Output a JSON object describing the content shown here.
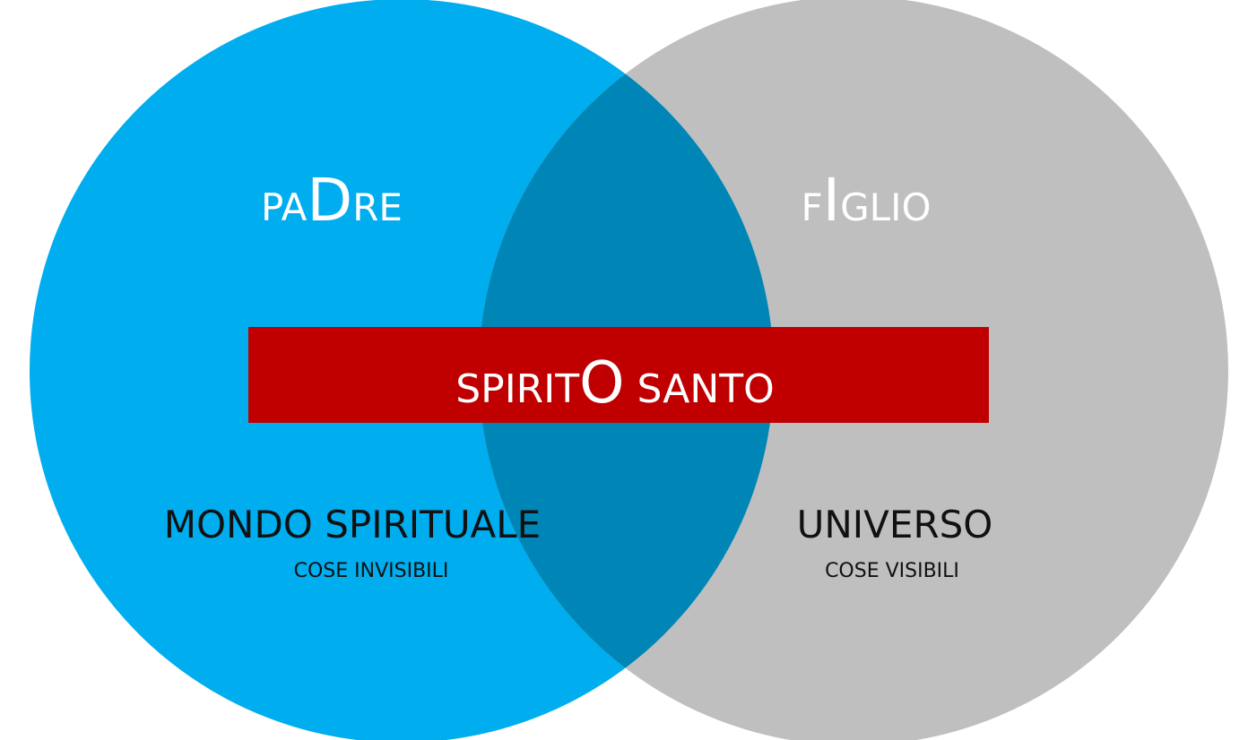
{
  "colors": {
    "left_circle": "#00adef",
    "right_circle": "#bfbfbf",
    "overlap": "#0086b6",
    "banner": "#c00000",
    "light_text": "#ffffff",
    "dark_text": "#111111"
  },
  "left": {
    "title_before": "PA",
    "title_highlight": "D",
    "title_after": "RE",
    "main_label": "MONDO SPIRITUALE",
    "sub_label": "COSE INVISIBILI"
  },
  "right": {
    "title_before": "F",
    "title_highlight": "I",
    "title_after": "GLIO",
    "main_label": "UNIVERSO",
    "sub_label": "COSE VISIBILI"
  },
  "banner": {
    "text_before": "SPIRIT",
    "text_highlight": "O",
    "text_after": " SANTO"
  }
}
